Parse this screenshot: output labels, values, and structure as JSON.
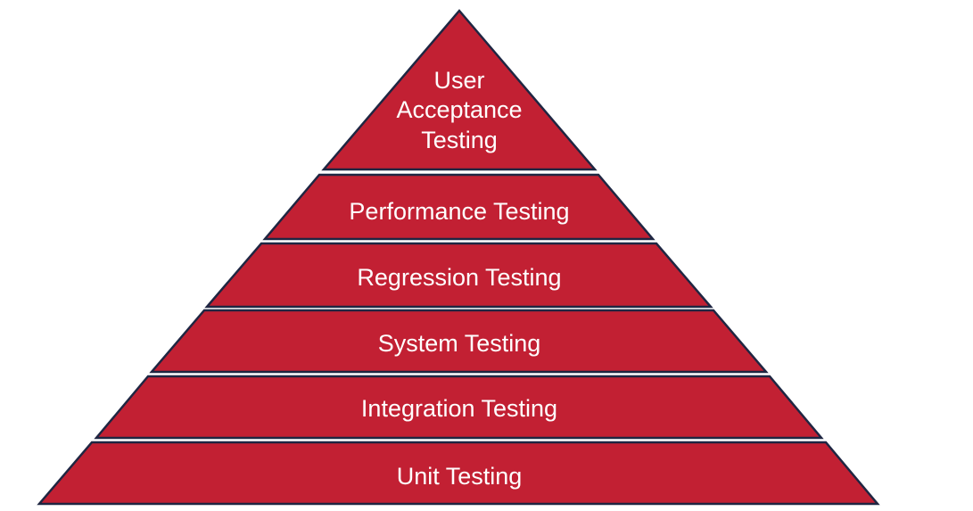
{
  "diagram": {
    "type": "pyramid",
    "levels": [
      {
        "label": "User Acceptance Testing",
        "lines": [
          "User",
          "Acceptance",
          "Testing"
        ]
      },
      {
        "label": "Performance Testing"
      },
      {
        "label": "Regression Testing"
      },
      {
        "label": "System Testing"
      },
      {
        "label": "Integration Testing"
      },
      {
        "label": "Unit Testing"
      }
    ],
    "colors": {
      "level_fill": "#C22033",
      "level_stroke": "#1F2642",
      "label_text": "#FFFFFF",
      "background": "#FFFFFF"
    }
  }
}
